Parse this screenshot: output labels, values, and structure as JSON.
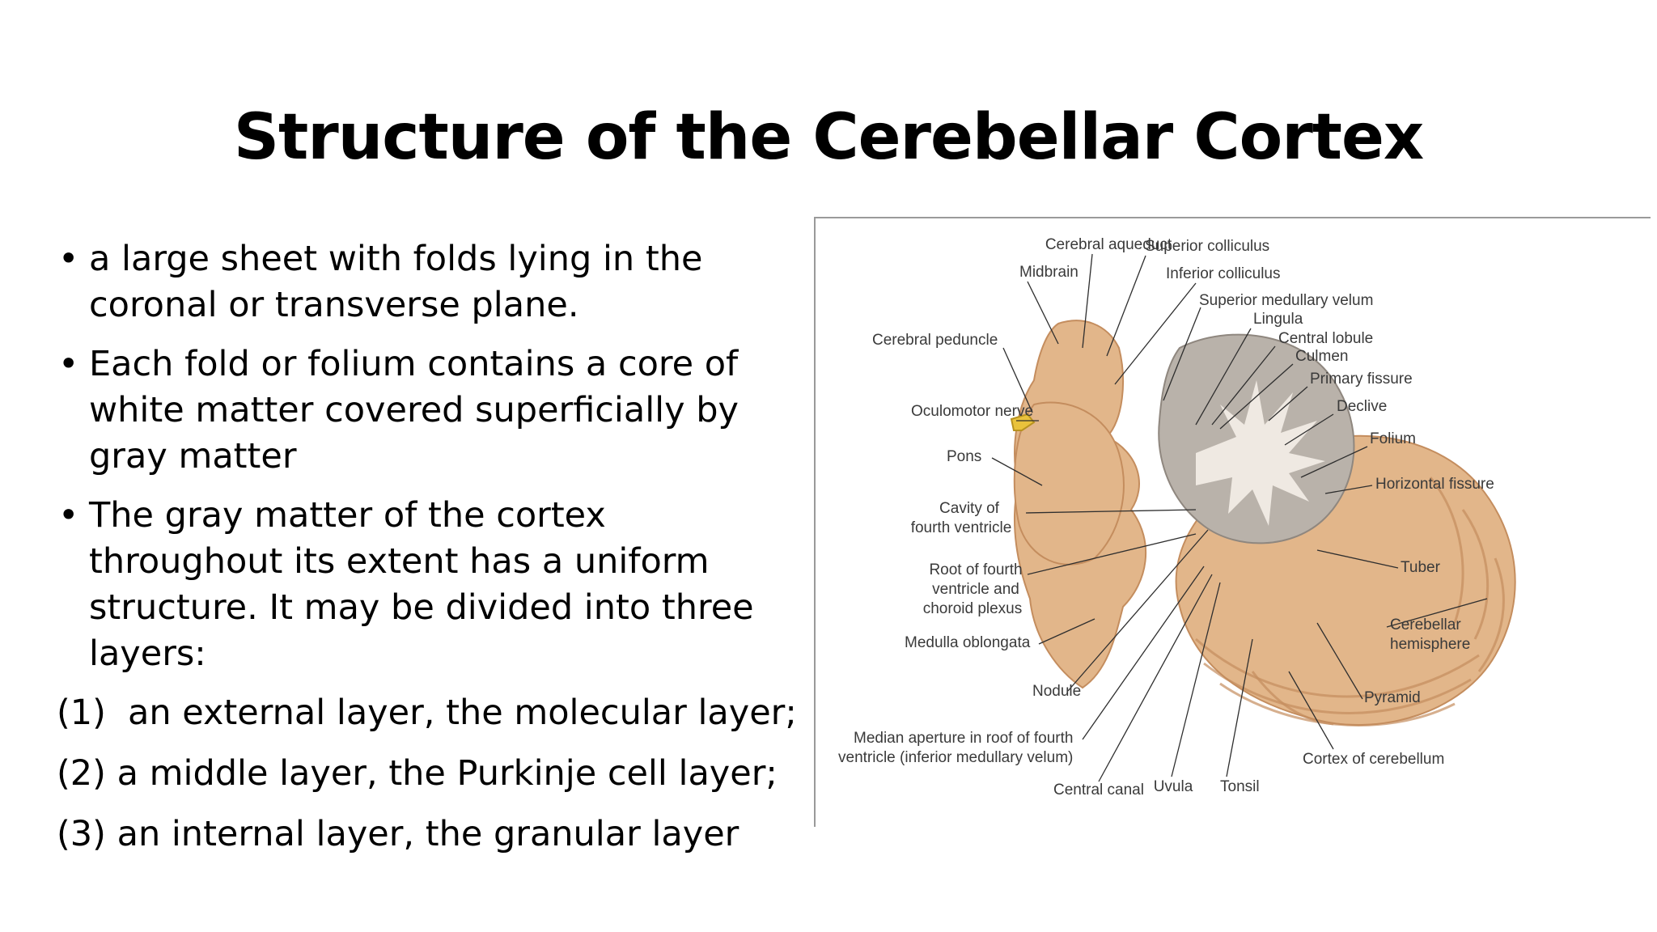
{
  "slide": {
    "title": "Structure of the Cerebellar Cortex",
    "bullets": [
      {
        "marker": "•",
        "text": "a large sheet with folds lying in the coronal or transverse plane."
      },
      {
        "marker": "•",
        "text": "Each fold or folium contains a core of white matter covered superficially by gray matter"
      },
      {
        "marker": "•",
        "text": "The gray matter of the cortex throughout its extent has a uniform structure. It may be divided into three layers:"
      }
    ],
    "layers": [
      {
        "number": "(1)",
        "text": "an external layer, the molecular layer;"
      },
      {
        "number": "(2)",
        "text": "a middle layer, the Purkinje cell layer;"
      },
      {
        "number": "(3)",
        "text": "an internal layer, the granular layer"
      }
    ]
  },
  "figure": {
    "labels": {
      "cerebral_aqueduct": "Cerebral aqueduct",
      "superior_colliculus": "Superior colliculus",
      "midbrain": "Midbrain",
      "inferior_colliculus": "Inferior colliculus",
      "superior_medullary_velum": "Superior medullary velum",
      "lingula": "Lingula",
      "cerebral_peduncle": "Cerebral peduncle",
      "central_lobule": "Central lobule",
      "culmen": "Culmen",
      "primary_fissure": "Primary fissure",
      "oculomotor_nerve": "Oculomotor nerve",
      "declive": "Declive",
      "folium": "Folium",
      "pons": "Pons",
      "horizontal_fissure": "Horizontal fissure",
      "cavity_line1": "Cavity of",
      "cavity_line2": "fourth ventricle",
      "tuber": "Tuber",
      "root_line1": "Root of fourth",
      "root_line2": "ventricle and",
      "root_line3": "choroid plexus",
      "cerebellar_line1": "Cerebellar",
      "cerebellar_line2": "hemisphere",
      "medulla_oblongata": "Medulla oblongata",
      "nodule": "Nodule",
      "pyramid": "Pyramid",
      "median_line1": "Median aperture in roof of fourth",
      "median_line2": "ventricle (inferior medullary velum)",
      "cortex_of_cerebellum": "Cortex of cerebellum",
      "central_canal": "Central canal",
      "uvula": "Uvula",
      "tonsil": "Tonsil"
    },
    "colors": {
      "tissue": "#e2b68a",
      "tissue_dark": "#c48d5e",
      "white_matter": "#efe9e2",
      "gray_matter": "#b9b2aa",
      "nerve": "#e9c23c",
      "leader_line": "#2e2e2e"
    }
  }
}
